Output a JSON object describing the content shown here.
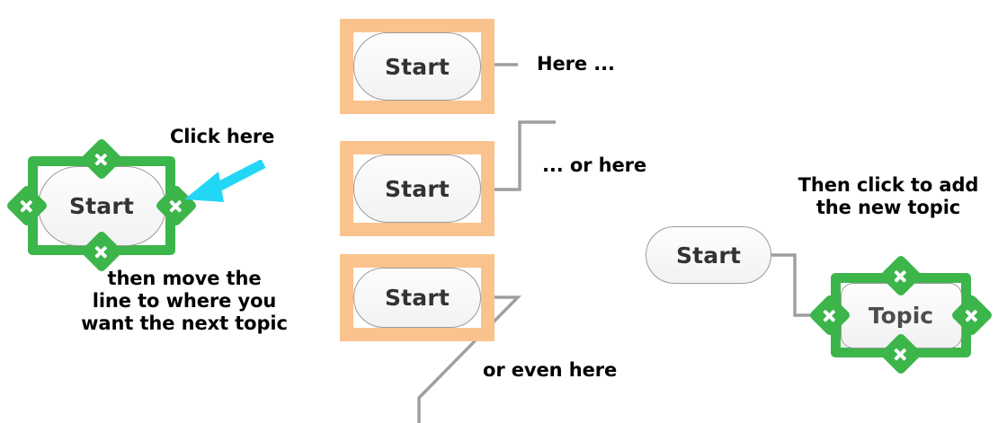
{
  "colors": {
    "selection_green": "#3CB54A",
    "highlight_orange": "#FAC28D",
    "arrow_cyan": "#22D7F5",
    "connector_gray": "#9E9E9E",
    "node_text": "#333333",
    "topic_text": "#4D4D4D",
    "annotation_text": "#000000",
    "canvas": "#FFFFFF"
  },
  "nodes": {
    "selected_start": {
      "label": "Start"
    },
    "highlight_a": {
      "label": "Start"
    },
    "highlight_b": {
      "label": "Start"
    },
    "highlight_c": {
      "label": "Start"
    },
    "result_start": {
      "label": "Start"
    },
    "new_topic": {
      "label": "Topic"
    }
  },
  "annotations": {
    "click_here": "Click here",
    "then_move": "then move the\nline to where you\nwant the next topic",
    "here": "Here ...",
    "or_here": "... or here",
    "or_even_here": "or even here",
    "then_click": "Then click to add\nthe new topic"
  },
  "handles": {
    "icon": "plus-icon",
    "count_per_node": 4,
    "positions": [
      "top",
      "right",
      "bottom",
      "left"
    ]
  }
}
